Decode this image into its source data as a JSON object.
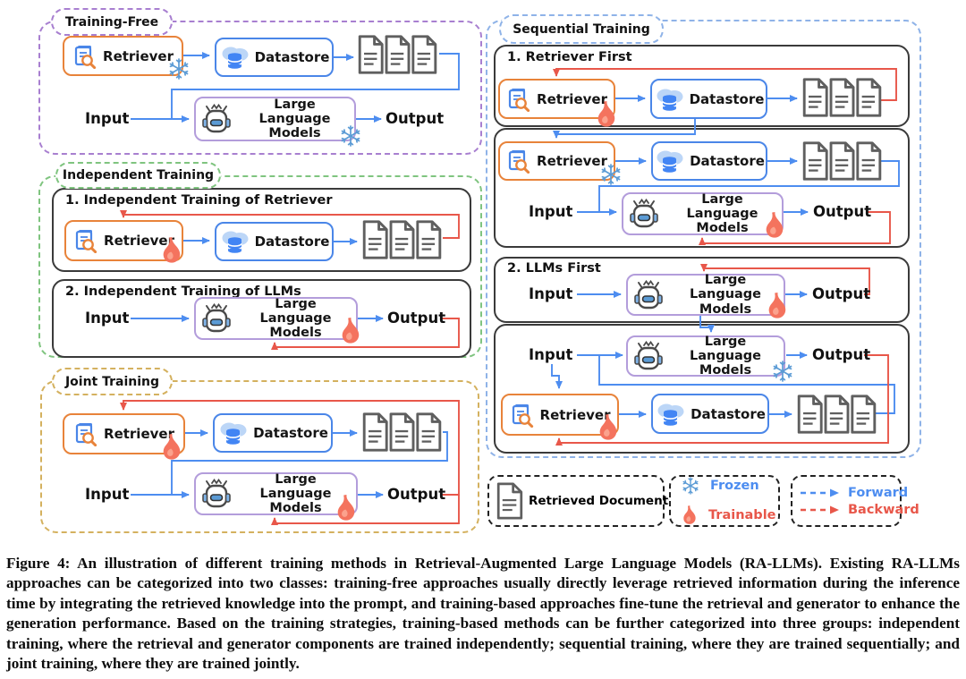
{
  "figure": {
    "caption": "Figure 4: An illustration of different training methods in Retrieval-Augmented Large Language Models (RA-LLMs). Existing RA-LLMs approaches can be categorized into two classes: training-free approaches usually directly leverage retrieved information during the inference time by integrating the retrieved knowledge into the prompt, and training-based approaches fine-tune the retrieval and generator to enhance the generation performance. Based on the training strategies, training-based methods can be further categorized into three groups: independent training, where the retrieval and generator components are trained independently; sequential training, where they are trained sequentially; and joint training, where they are trained jointly."
  },
  "groups": {
    "training_free": {
      "label": "Training-Free"
    },
    "independent": {
      "label": "Independent Training",
      "sub1_title": "1. Independent Training of Retriever",
      "sub2_title": "2. Independent Training of LLMs"
    },
    "joint": {
      "label": "Joint Training"
    },
    "sequential": {
      "label": "Sequential Training",
      "sub1_title": "1. Retriever First",
      "sub2_title": "2. LLMs First"
    }
  },
  "nodes": {
    "retriever": "Retriever",
    "datastore": "Datastore",
    "llm": "Large Language Models",
    "input": "Input",
    "output": "Output"
  },
  "legend": {
    "retrieved_documents": "Retrieved Documents",
    "frozen": "Frozen",
    "trainable": "Trainable",
    "forward": "Forward",
    "backward": "Backward"
  },
  "icons": {
    "retriever": "document-with-magnifier",
    "datastore": "cloud-database",
    "llm": "robot-head",
    "documents": "document-stack",
    "frozen": "snowflake",
    "trainable": "flame",
    "forward": "blue-dashed-arrow",
    "backward": "red-dashed-arrow"
  },
  "colors": {
    "forward_blue": "#4D8DF0",
    "backward_red": "#E8574A",
    "retriever_orange": "#E8833A",
    "datastore_blue": "#4A86E8",
    "llm_purple": "#B39DDB",
    "training_free_border": "#A87FD0",
    "independent_border": "#7FC47F",
    "joint_border": "#D4B15F",
    "sequential_border": "#8FB3E8",
    "frozen_blue": "#5B9BD5",
    "trainable_coral": "#F4735E",
    "document_gray": "#5F5F5F"
  }
}
